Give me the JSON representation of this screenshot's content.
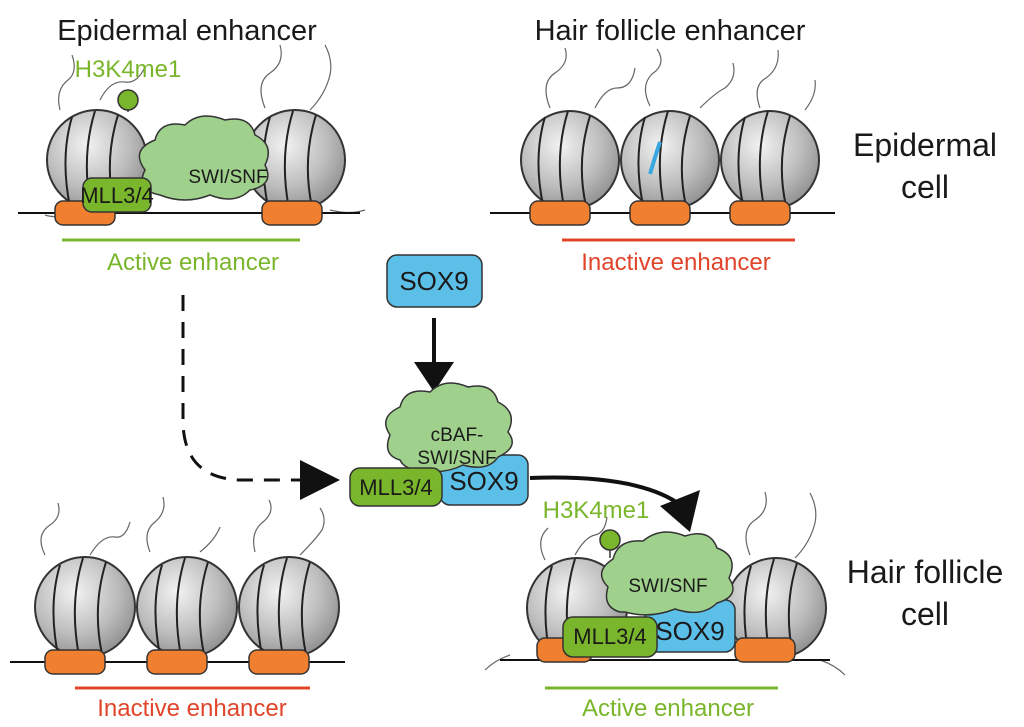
{
  "titles": {
    "epidermal_enhancer": "Epidermal enhancer",
    "hair_follicle_enhancer": "Hair follicle enhancer"
  },
  "cell_labels": {
    "epidermal_line1": "Epidermal",
    "epidermal_line2": "cell",
    "hair_follicle_line1": "Hair follicle",
    "hair_follicle_line2": "cell"
  },
  "marks": {
    "h3k4me1_top": "H3K4me1",
    "h3k4me1_bottom": "H3K4me1"
  },
  "complexes": {
    "swi_snf_top": "SWI/SNF",
    "mll_top": "MLL3/4",
    "sox9_factor": "SOX9",
    "cbaf_line1": "cBAF-",
    "cbaf_line2": "SWI/SNF",
    "mll_mid": "MLL3/4",
    "sox9_mid": "SOX9",
    "swi_snf_bottom": "SWI/SNF",
    "mll_bottom": "MLL3/4",
    "sox9_bottom": "SOX9"
  },
  "enhancer_states": {
    "top_left": "Active enhancer",
    "top_right": "Inactive enhancer",
    "bottom_left": "Inactive enhancer",
    "bottom_right": "Active enhancer"
  },
  "colors": {
    "active": "#7ab62b",
    "inactive": "#e0452a",
    "mll": "#7ab62b",
    "swi_snf": "#9fd08c",
    "sox9": "#5bbfe8",
    "histone_tail": "#f08030",
    "nucleosome": "#b9b9b9"
  }
}
